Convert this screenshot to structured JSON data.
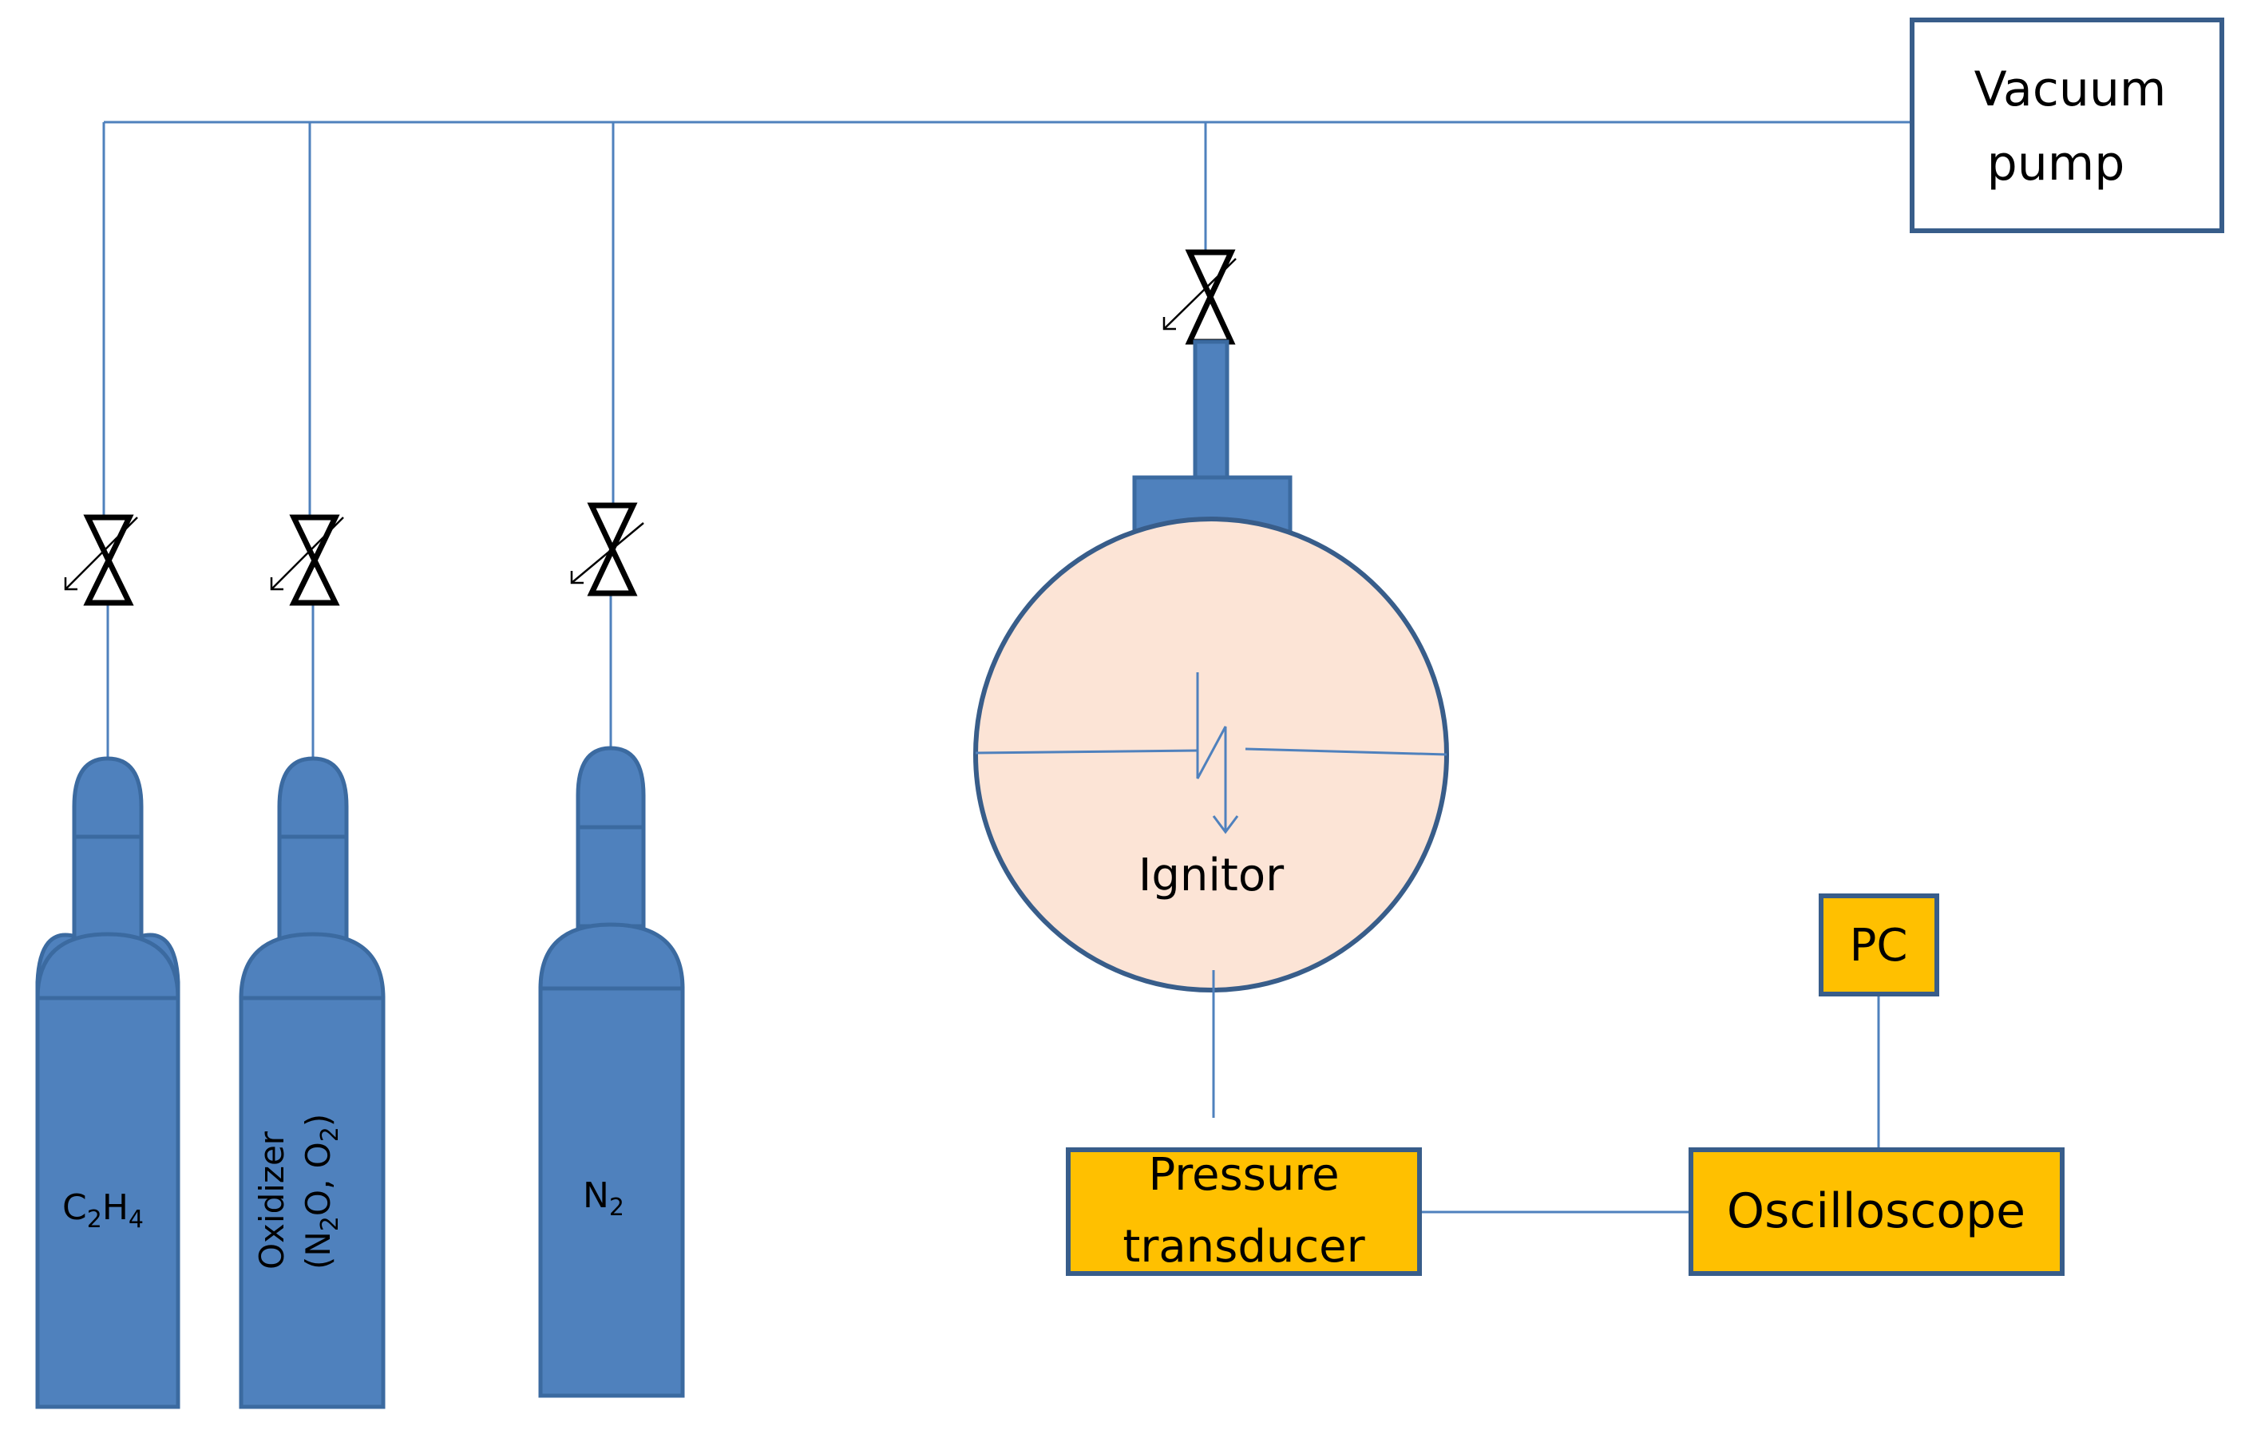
{
  "vacuum_pump": {
    "line1": "Vacuum",
    "line2": "pump"
  },
  "cylinders": [
    {
      "id": "c2h4",
      "main": "C",
      "sub1": "2",
      "mid": "H",
      "sub2": "4"
    },
    {
      "id": "oxidizer",
      "line1": "Oxidizer",
      "line2a": "(N",
      "sub1": "2",
      "line2b": "O, O",
      "sub2": "2",
      "line2c": ")"
    },
    {
      "id": "n2",
      "main": "N",
      "sub1": "2"
    }
  ],
  "chamber": {
    "label": "Ignitor",
    "fill_color": "#fce4d6",
    "stroke_color": "#385d8a"
  },
  "pressure_transducer": {
    "line1": "Pressure",
    "line2": "transducer"
  },
  "oscilloscope": {
    "label": "Oscilloscope"
  },
  "pc": {
    "label": "PC"
  },
  "colors": {
    "cylinder": "#4f81bd",
    "instrument": "#ffc000",
    "pipe": "#4f81bd",
    "border": "#385d8a"
  }
}
